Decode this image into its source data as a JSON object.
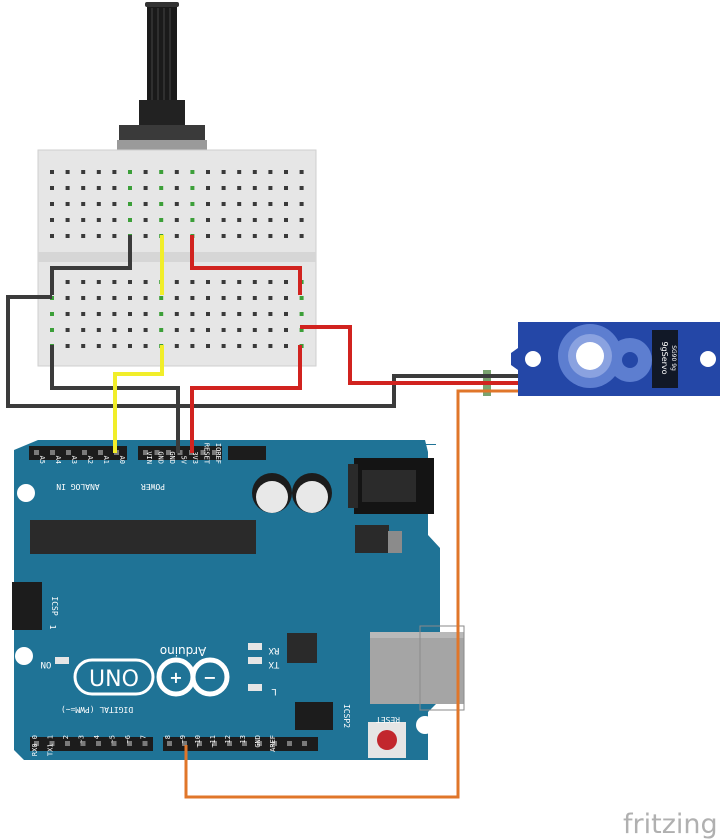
{
  "watermark": "fritzing",
  "arduino": {
    "board_labels": {
      "uno": "UNO",
      "brand": "Arduino",
      "plus_minus": "+-",
      "icsp": "ICSP",
      "icsp2": "ICSP2",
      "reset": "RESET",
      "on": "ON",
      "tx": "TX",
      "rx": "RX",
      "l": "L",
      "icsp_pin1": "1"
    },
    "analog_header": {
      "title": "ANALOG IN",
      "pins": [
        "A5",
        "A4",
        "A3",
        "A2",
        "A1",
        "A0"
      ]
    },
    "power_header": {
      "title": "POWER",
      "pins": [
        "VIN",
        "GND",
        "GND",
        "5V",
        "3V3",
        "RESET",
        "IOREF"
      ]
    },
    "digital_header": {
      "title": "DIGITAL (PWM=~)",
      "pins": [
        "RX0 0",
        "TX1 1",
        "2",
        "~3",
        "4",
        "~5",
        "~6",
        "7",
        "8",
        "~9",
        "~10",
        "~11",
        "12",
        "13",
        "GND",
        "AREF"
      ]
    }
  },
  "servo": {
    "model": "9gServo",
    "extra": "SG90 9g"
  },
  "colors": {
    "board": "#1f7396",
    "wire_black": "#3b3b3b",
    "wire_red": "#d1231f",
    "wire_yellow": "#f1ee2a",
    "wire_orange": "#e0762a",
    "servo_body": "#2447a7",
    "gear": "#5d7ed0",
    "breadboard": "#e6e6e6",
    "hole": "#3a3a3a",
    "hole_connected": "#3c9f39"
  }
}
